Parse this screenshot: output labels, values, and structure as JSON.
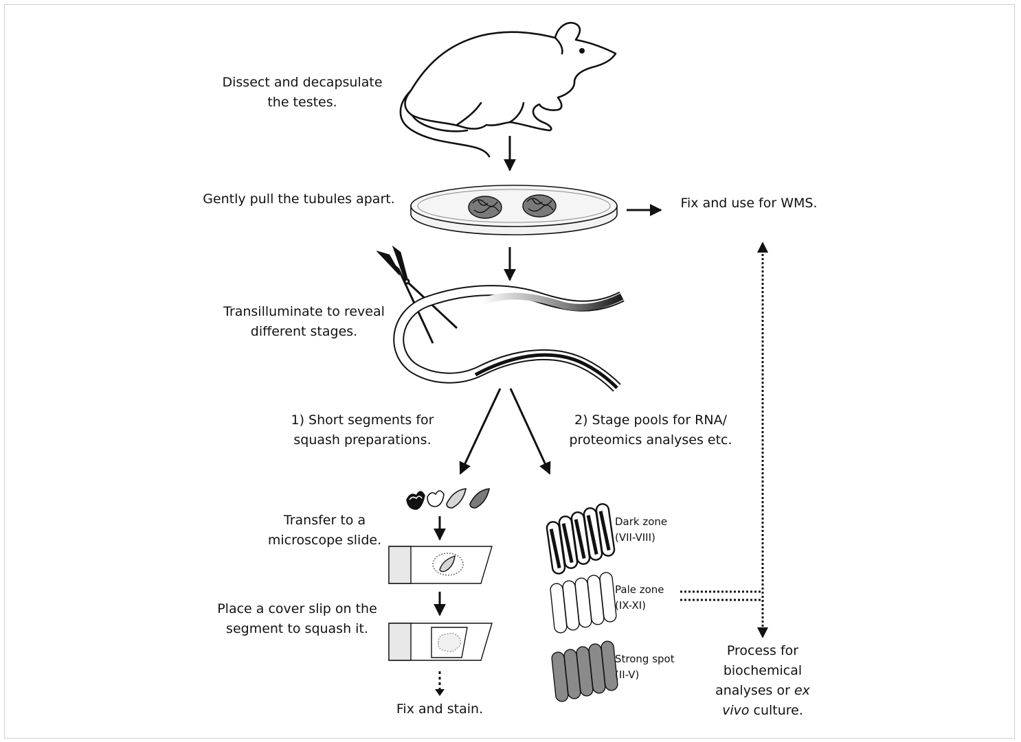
{
  "steps": {
    "dissect": [
      "Dissect and decapsulate",
      "the testes."
    ],
    "pull": "Gently pull the tubules apart.",
    "wms": "Fix and use for WMS.",
    "transilluminate": [
      "Transilluminate to reveal",
      "different stages."
    ],
    "short_segments": [
      "1) Short segments for",
      "squash preparations."
    ],
    "stage_pools": [
      "2) Stage pools for RNA/",
      "proteomics analyses etc."
    ],
    "transfer": [
      "Transfer to a",
      "microscope slide."
    ],
    "cover_slip": [
      "Place a cover slip on the",
      "segment to squash it."
    ],
    "fix_stain": "Fix and stain.",
    "process": {
      "line1": "Process for",
      "line2": "biochemical",
      "line3_pre": "analyses or ",
      "line3_em": "ex",
      "line4_em": "vivo",
      "line4_post": " culture."
    }
  },
  "zones": [
    {
      "name": "Dark zone",
      "stages": "(VII-VIII)",
      "fill": "#ffffff"
    },
    {
      "name": "Pale zone",
      "stages": "(IX-XI)",
      "fill": "#ffffff"
    },
    {
      "name": "Strong spot",
      "stages": "(II-V)",
      "fill": "#8a8a8a"
    }
  ]
}
